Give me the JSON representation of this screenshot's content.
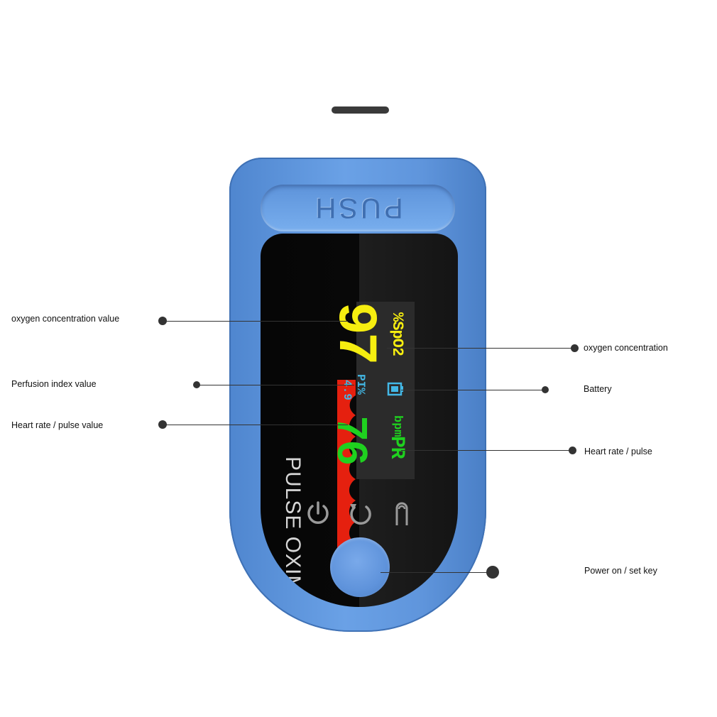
{
  "device": {
    "push_label": "PUSH",
    "brand_label": "PULSE OXIMETER",
    "colors": {
      "body": "#5f95dc",
      "spo2": "#f6ee10",
      "pi": "#43b8e6",
      "pr": "#1fd11f",
      "waveform": "#e5200f"
    }
  },
  "screen": {
    "spo2_value": "97",
    "spo2_unit": "%SpO2",
    "pi_label": "PI%",
    "pi_value": "4.9",
    "pr_value": "76",
    "pr_unit": "bpm",
    "pr_label": "PR"
  },
  "icons": {
    "battery": "battery-icon",
    "power": "power-icon",
    "refresh": "rotate-icon",
    "finger": "finger-icon"
  },
  "callouts": {
    "oxygen_concentration_value": "oxygen concentration value",
    "perfusion_index_value": "Perfusion index value",
    "heart_rate_pulse_value": "Heart rate / pulse value",
    "oxygen_concentration": "oxygen concentration",
    "battery": "Battery",
    "heart_rate_pulse": "Heart rate / pulse",
    "power_on_set_key": "Power on / set key"
  }
}
